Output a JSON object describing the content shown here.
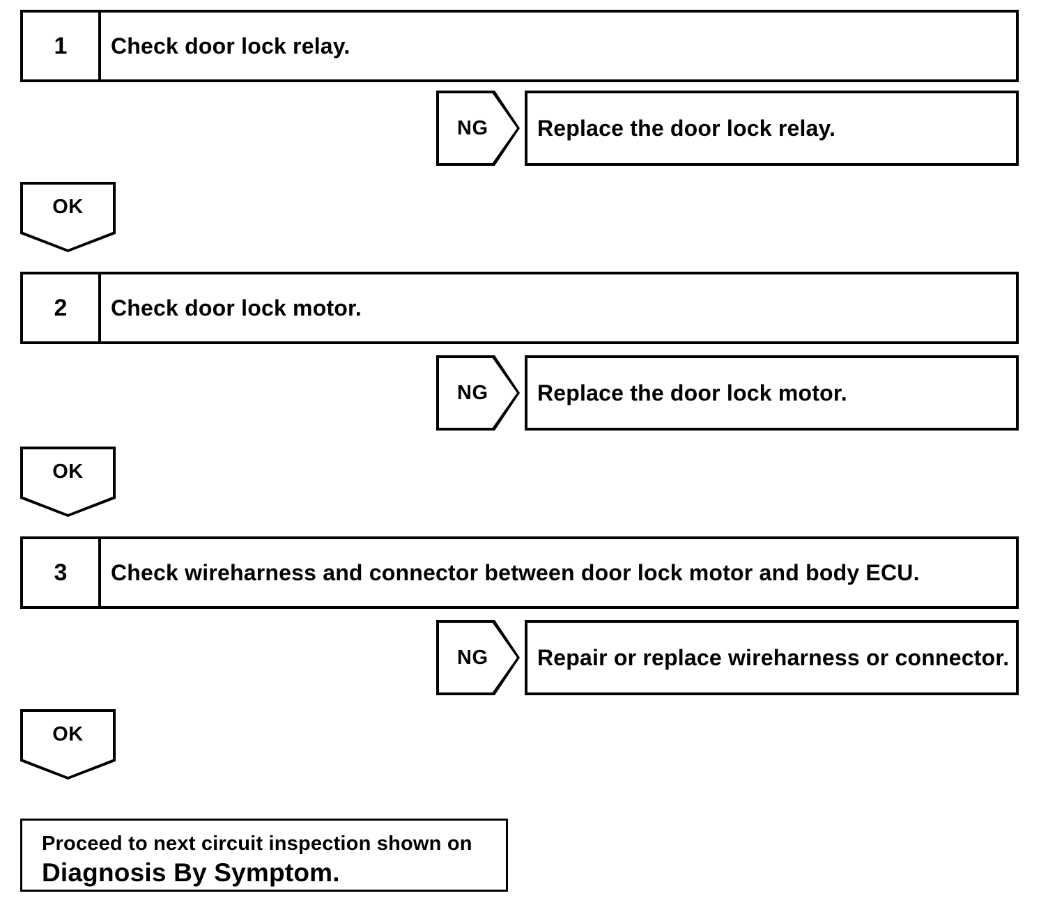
{
  "diagram": {
    "type": "troubleshooting-flowchart",
    "steps": [
      {
        "number": "1",
        "text": "Check door lock relay.",
        "ng_label": "NG",
        "ng_result": "Replace the door lock relay.",
        "ok_label": "OK"
      },
      {
        "number": "2",
        "text": "Check door lock motor.",
        "ng_label": "NG",
        "ng_result": "Replace the door lock motor.",
        "ok_label": "OK"
      },
      {
        "number": "3",
        "text": "Check wireharness and connector between door lock motor and body ECU.",
        "ng_label": "NG",
        "ng_result": "Repair or replace wireharness or connector.",
        "ok_label": "OK"
      }
    ],
    "final": {
      "line_1": "Proceed to next circuit inspection shown on",
      "line_2": "Diagnosis By Symptom."
    },
    "colors": {
      "stroke": "#000000",
      "fill": "#ffffff",
      "text": "#000000"
    }
  }
}
